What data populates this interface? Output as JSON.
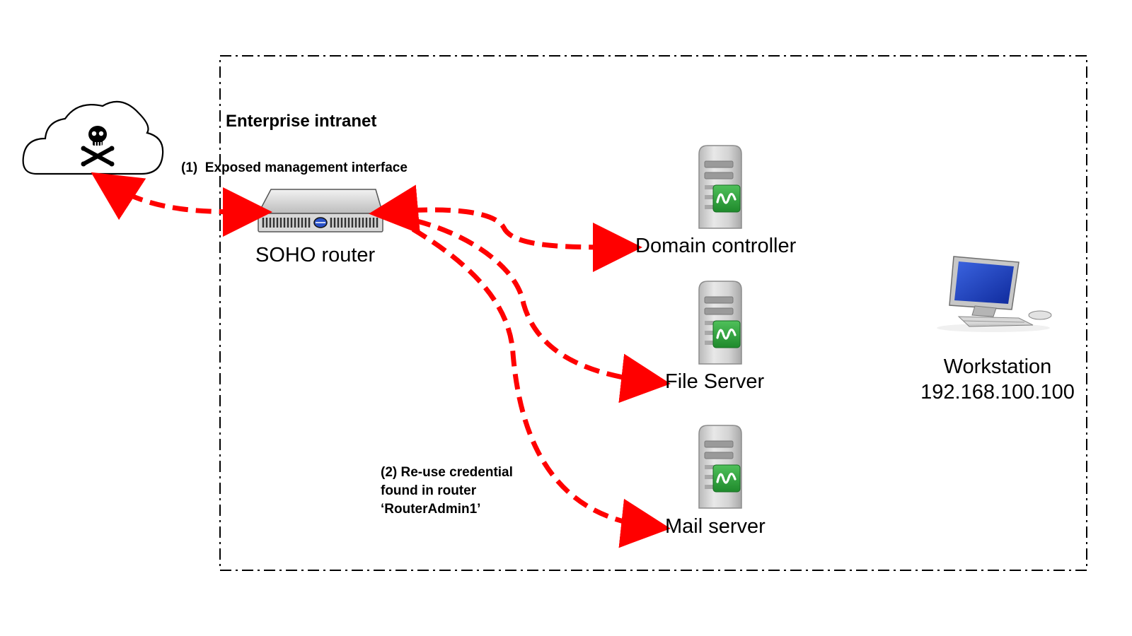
{
  "diagram": {
    "boundary": {
      "label": "Enterprise intranet"
    },
    "attacker": {
      "icon": "skull-crossbones-icon"
    },
    "router": {
      "label": "SOHO router",
      "icon": "router-icon"
    },
    "servers": [
      {
        "label": "Domain controller",
        "icon": "server-icon"
      },
      {
        "label": "File Server",
        "icon": "server-icon"
      },
      {
        "label": "Mail server",
        "icon": "server-icon"
      }
    ],
    "workstation": {
      "label": "Workstation",
      "ip": "192.168.100.100",
      "icon": "workstation-icon"
    },
    "steps": {
      "step1": "(1)  Exposed management interface",
      "step2": {
        "line1": "(2) Re-use credential",
        "line2": "found in router",
        "line3": "‘RouterAdmin1’"
      }
    },
    "colors": {
      "attack_path": "#ff0000",
      "boundary": "#000000",
      "server_body": "#c9c9c9",
      "server_badge": "#2fa13a",
      "monitor_screen": "#1a3cc8"
    }
  }
}
